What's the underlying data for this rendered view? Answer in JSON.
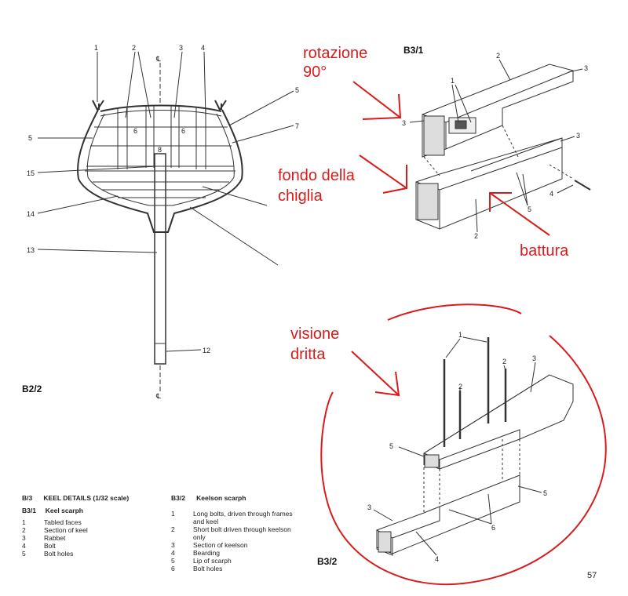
{
  "figures": {
    "b2_2": {
      "tag": "B2/2",
      "centerline": "℄",
      "callouts": [
        "1",
        "2",
        "3",
        "4",
        "5",
        "5",
        "6",
        "6",
        "7",
        "8",
        "15",
        "14",
        "13",
        "12"
      ]
    },
    "b3_1": {
      "tag": "B3/1",
      "callouts": [
        "2",
        "3",
        "1",
        "3",
        "3",
        "4",
        "2",
        "5"
      ]
    },
    "b3_2": {
      "tag": "B3/2",
      "callouts": [
        "1",
        "2",
        "2",
        "3",
        "5",
        "5",
        "3",
        "6",
        "4"
      ]
    }
  },
  "annotations": {
    "rotation_line1": "rotazione",
    "rotation_line2": "90°",
    "keel_bottom_line1": "fondo della",
    "keel_bottom_line2": "chiglia",
    "rabbet": "battura",
    "straight_view_line1": "visione",
    "straight_view_line2": "dritta",
    "color": "#d81c1c"
  },
  "legend": {
    "left": {
      "header_code": "B/3",
      "header_title": "KEEL DETAILS (1/32 scale)",
      "sub_code": "B3/1",
      "sub_title": "Keel scarph",
      "items": [
        {
          "num": "1",
          "text": "Tabled faces"
        },
        {
          "num": "2",
          "text": "Section of keel"
        },
        {
          "num": "3",
          "text": "Rabbet"
        },
        {
          "num": "4",
          "text": "Bolt"
        },
        {
          "num": "5",
          "text": "Bolt holes"
        }
      ]
    },
    "right": {
      "header_code": "B3/2",
      "header_title": "Keelson scarph",
      "items": [
        {
          "num": "1",
          "text": "Long bolts, driven through frames and keel"
        },
        {
          "num": "2",
          "text": "Short bolt driven through keelson only"
        },
        {
          "num": "3",
          "text": "Section of keelson"
        },
        {
          "num": "4",
          "text": "Bearding"
        },
        {
          "num": "5",
          "text": "Lip of scarph"
        },
        {
          "num": "6",
          "text": "Bolt holes"
        }
      ]
    }
  },
  "page_number": "57"
}
